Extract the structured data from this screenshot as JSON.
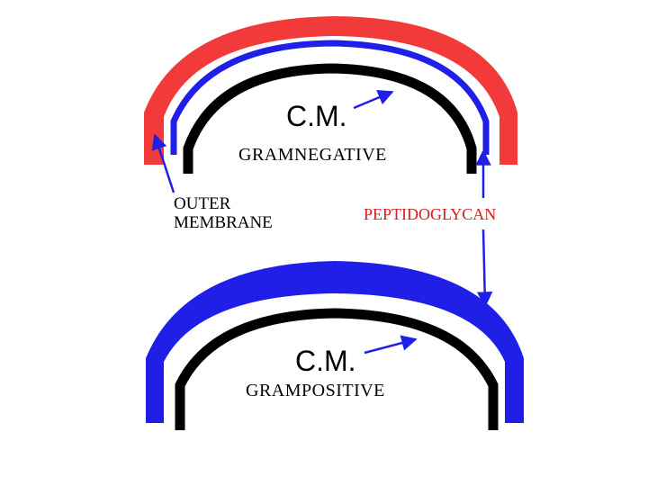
{
  "colors": {
    "outer_membrane": "#f23a3a",
    "peptidoglycan": "#1f1fe8",
    "cytoplasmic_membrane": "#000000",
    "arrow": "#1f1fe8",
    "peptidoglycan_label": "#d81b1b",
    "label": "#000000"
  },
  "gram_negative": {
    "cm_label": "C.M.",
    "title": "GRAMNEGATIVE"
  },
  "gram_positive": {
    "cm_label": "C.M.",
    "title": "GRAMPOSITIVE"
  },
  "labels": {
    "outer_membrane_line1": "OUTER",
    "outer_membrane_line2": "MEMBRANE",
    "peptidoglycan": "PEPTIDOGLYCAN"
  }
}
